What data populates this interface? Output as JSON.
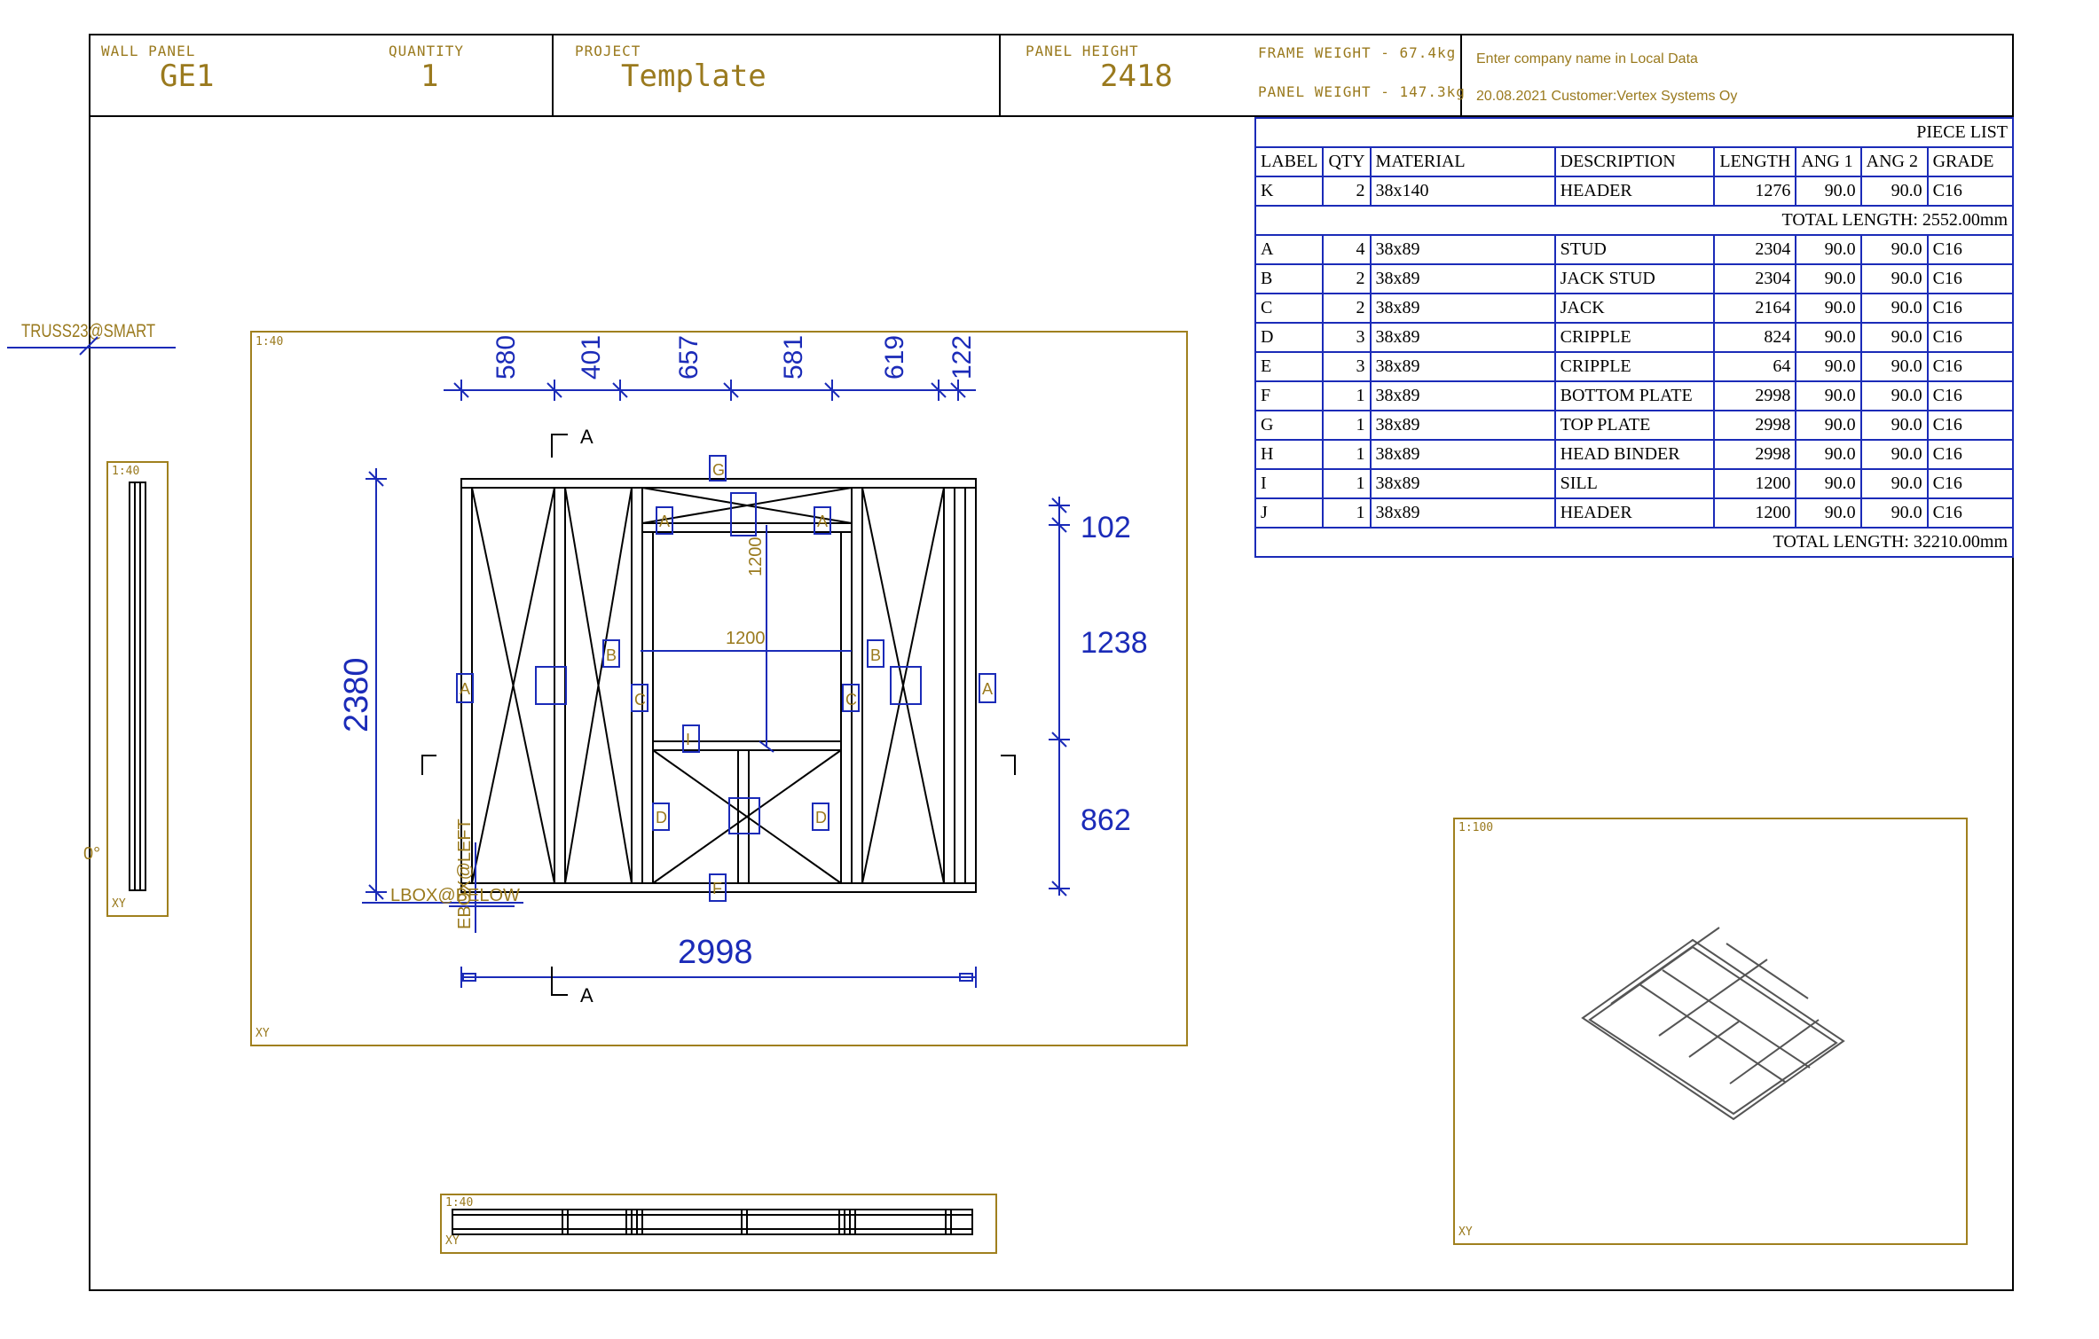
{
  "header": {
    "wall_panel_label": "WALL PANEL",
    "wall_panel_value": "GE1",
    "quantity_label": "QUANTITY",
    "quantity_value": "1",
    "project_label": "PROJECT",
    "project_value": "Template",
    "panel_height_label": "PANEL HEIGHT",
    "panel_height_value": "2418",
    "frame_weight": "FRAME WEIGHT - 67.4kg",
    "panel_weight": "PANEL WEIGHT - 147.3kg",
    "company": "Enter company name in Local Data",
    "date_customer": "20.08.2021   Customer:Vertex Systems Oy"
  },
  "piece_list": {
    "title": "PIECE LIST",
    "columns": [
      "LABEL",
      "QTY",
      "MATERIAL",
      "DESCRIPTION",
      "LENGTH",
      "ANG 1",
      "ANG 2",
      "GRADE"
    ],
    "group1": [
      [
        "K",
        "2",
        "38x140",
        "HEADER",
        "1276",
        "90.0",
        "90.0",
        "C16"
      ]
    ],
    "total1": "TOTAL LENGTH:  2552.00mm",
    "group2": [
      [
        "A",
        "4",
        "38x89",
        "STUD",
        "2304",
        "90.0",
        "90.0",
        "C16"
      ],
      [
        "B",
        "2",
        "38x89",
        "JACK STUD",
        "2304",
        "90.0",
        "90.0",
        "C16"
      ],
      [
        "C",
        "2",
        "38x89",
        "JACK",
        "2164",
        "90.0",
        "90.0",
        "C16"
      ],
      [
        "D",
        "3",
        "38x89",
        "CRIPPLE",
        "824",
        "90.0",
        "90.0",
        "C16"
      ],
      [
        "E",
        "3",
        "38x89",
        "CRIPPLE",
        "64",
        "90.0",
        "90.0",
        "C16"
      ],
      [
        "F",
        "1",
        "38x89",
        "BOTTOM PLATE",
        "2998",
        "90.0",
        "90.0",
        "C16"
      ],
      [
        "G",
        "1",
        "38x89",
        "TOP PLATE",
        "2998",
        "90.0",
        "90.0",
        "C16"
      ],
      [
        "H",
        "1",
        "38x89",
        "HEAD BINDER",
        "2998",
        "90.0",
        "90.0",
        "C16"
      ],
      [
        "I",
        "1",
        "38x89",
        "SILL",
        "1200",
        "90.0",
        "90.0",
        "C16"
      ],
      [
        "J",
        "1",
        "38x89",
        "HEADER",
        "1200",
        "90.0",
        "90.0",
        "C16"
      ]
    ],
    "total2": "TOTAL LENGTH:  32210.00mm"
  },
  "drawing": {
    "truss_label": "TRUSS23@SMART",
    "scale_main": "1:40",
    "scale_side": "1:40",
    "scale_bottom": "1:40",
    "scale_iso": "1:100",
    "xy": "XY",
    "angle_label": "0°",
    "section_mark": "A",
    "top_dims": [
      "580",
      "401",
      "657",
      "581",
      "619",
      "122"
    ],
    "right_dims": [
      "102",
      "1238",
      "862"
    ],
    "overall_height": "2380",
    "overall_width": "2998",
    "opening_width": "1200",
    "opening_height": "1200",
    "lbox_label": "LBOX@BELOW",
    "ebox_label": "EBOX@LEFT"
  }
}
